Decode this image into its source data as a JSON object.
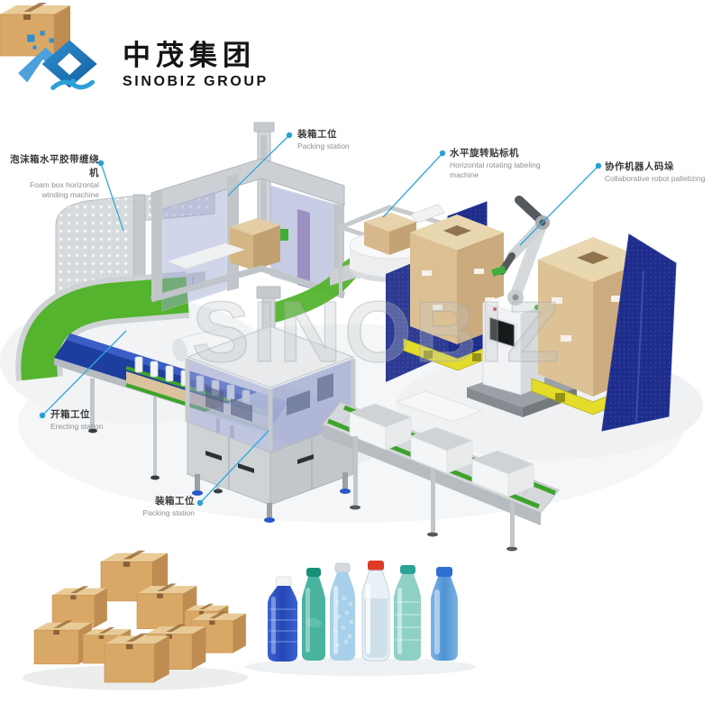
{
  "logo": {
    "company_cn": "中茂集团",
    "company_en": "SINOBIZ GROUP"
  },
  "watermark": "SINOBIZ",
  "callouts": [
    {
      "cn": "泡沫箱水平胶带缠绕机",
      "en": "Foam box horizontal winding machine"
    },
    {
      "cn": "装箱工位",
      "en": "Packing station"
    },
    {
      "cn": "水平旋转贴标机",
      "en": "Horizontal rotating labeling machine"
    },
    {
      "cn": "协作机器人码垛",
      "en": "Collaborative robot palletizing"
    },
    {
      "cn": "开箱工位",
      "en": "Erecting station"
    },
    {
      "cn": "装箱工位",
      "en": "Packing station"
    }
  ],
  "colors": {
    "accent_callout_blue": "#30a7dc",
    "logo_blue": "#1b74bb",
    "logo_light_blue": "#4da0da",
    "conveyor_green": "#54b42e",
    "belt_blue": "#1d3e9f",
    "curtain_navy": "#1e2c8a",
    "carton_kraft": "#d7b88e",
    "pallet_yellow": "#e3dc2b",
    "machine_gray": "#cfd3d6",
    "glass_violet": "#97a0cf",
    "background": "#ffffff"
  }
}
